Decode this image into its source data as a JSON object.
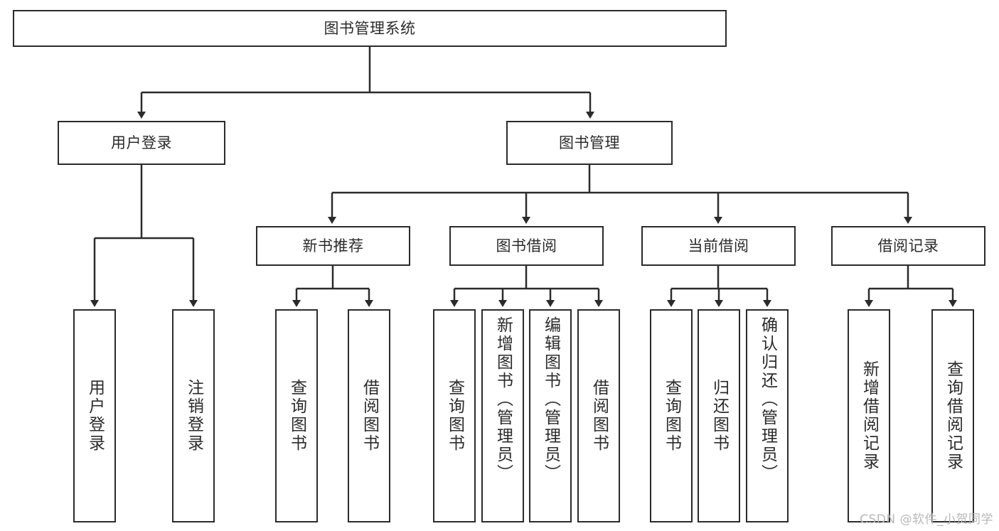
{
  "diagram": {
    "title": "图书管理系统",
    "root": {
      "label": "图书管理系统"
    },
    "level1": [
      {
        "label": "用户登录"
      },
      {
        "label": "图书管理"
      }
    ],
    "level2": [
      {
        "label": "新书推荐"
      },
      {
        "label": "图书借阅"
      },
      {
        "label": "当前借阅"
      },
      {
        "label": "借阅记录"
      }
    ],
    "leaves": {
      "user_login": [
        {
          "label": "用户登录"
        },
        {
          "label": "注销登录"
        }
      ],
      "new_book_recommend": [
        {
          "label": "查询图书"
        },
        {
          "label": "借阅图书"
        }
      ],
      "book_borrow": [
        {
          "label": "查询图书"
        },
        {
          "label": "新增图书（管理员）"
        },
        {
          "label": "编辑图书（管理员）"
        },
        {
          "label": "借阅图书"
        }
      ],
      "current_borrow": [
        {
          "label": "查询图书"
        },
        {
          "label": "归还图书"
        },
        {
          "label": "确认归还（管理员）"
        }
      ],
      "borrow_record": [
        {
          "label": "新增借阅记录"
        },
        {
          "label": "查询借阅记录"
        }
      ]
    }
  },
  "watermark": {
    "text": "CSDN @软件_小贺同学"
  },
  "colors": {
    "border": "#2b2b2b",
    "background": "#ffffff",
    "text": "#2b2b2b",
    "watermark": "#b8b8b8"
  }
}
